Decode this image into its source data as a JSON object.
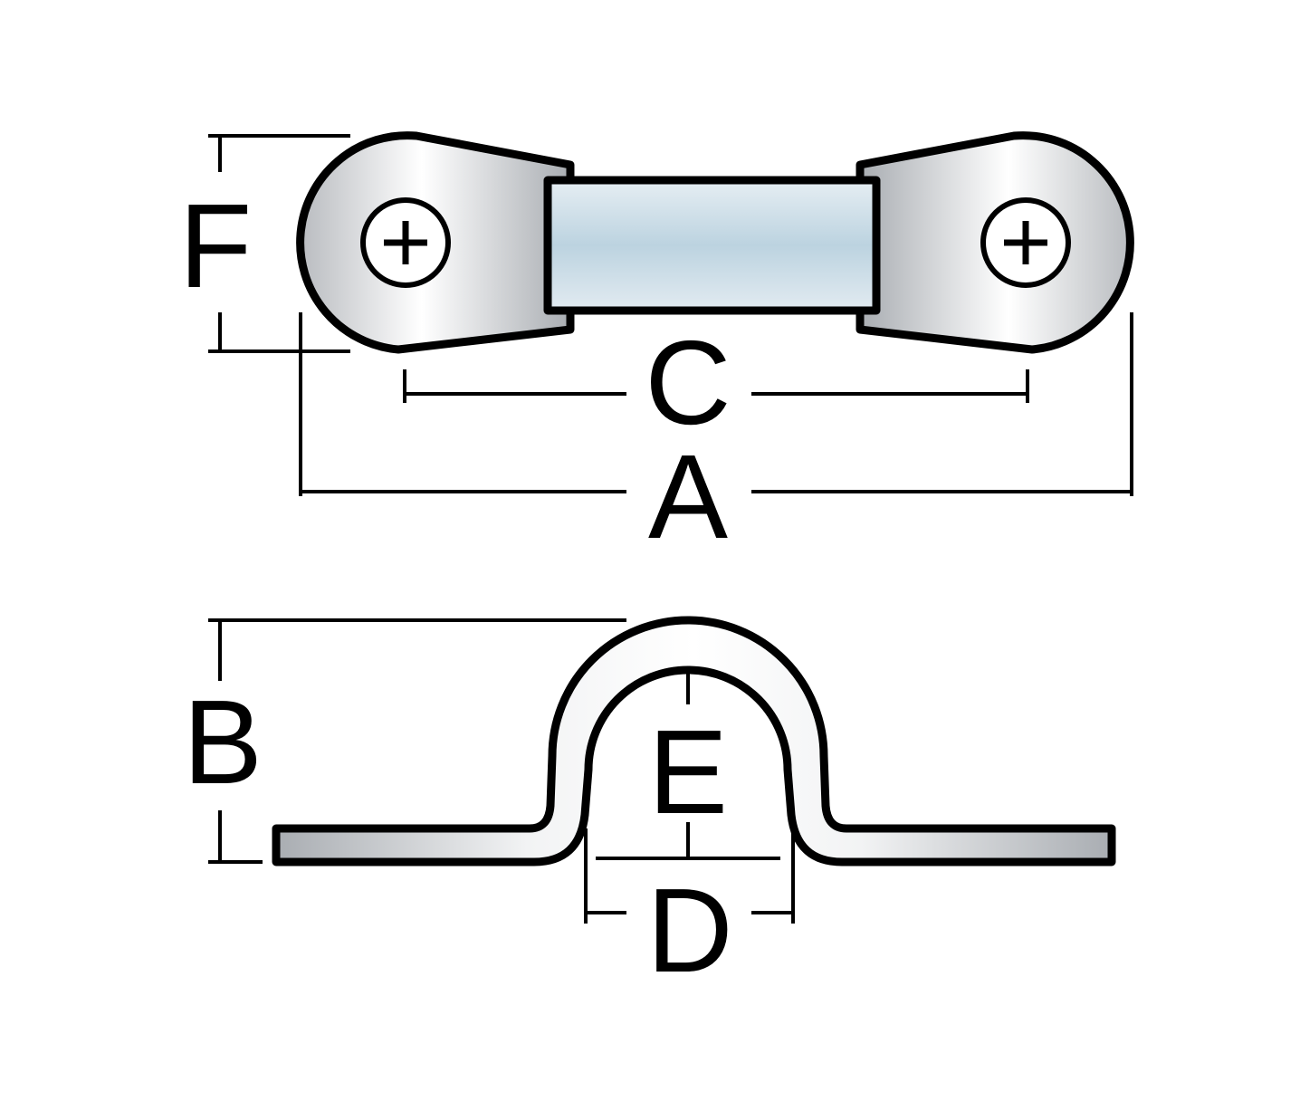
{
  "diagram": {
    "labels": {
      "F": "F",
      "C": "C",
      "A": "A",
      "B": "B",
      "E": "E",
      "D": "D"
    },
    "colors": {
      "outline": "#000000",
      "metal_light": "#ffffff",
      "metal_dark": "#a9adb2",
      "bar_blue": "#c3d9e6"
    }
  }
}
